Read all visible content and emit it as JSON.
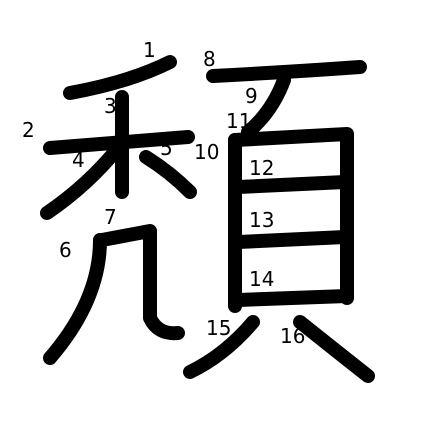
{
  "character": "穎",
  "stroke_color": "#000000",
  "background_color": "#ffffff",
  "stroke_numbers": [
    "1",
    "2",
    "3",
    "4",
    "5",
    "6",
    "7",
    "8",
    "9",
    "10",
    "11",
    "12",
    "13",
    "14",
    "15",
    "16"
  ]
}
